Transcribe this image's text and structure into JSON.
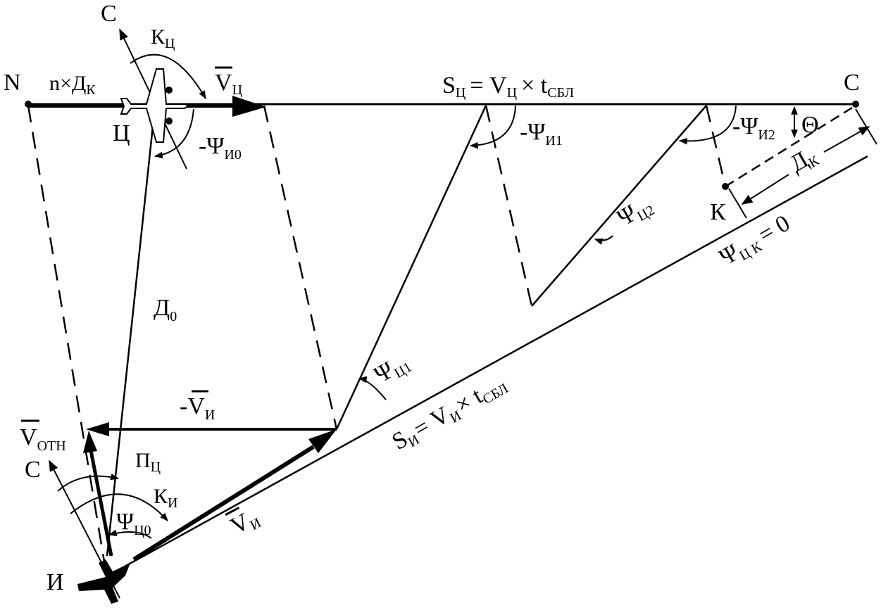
{
  "colors": {
    "ink": "#000000",
    "background": "#ffffff"
  },
  "labels": {
    "north_top": "С",
    "k_ts": "К",
    "k_ts_sub": "Ц",
    "v_ts": "V",
    "v_ts_sub": "Ц",
    "n_point": "N",
    "n_dk": "n×Д",
    "n_dk_sub": "К",
    "ts": "Ц",
    "psi_i0": "-Ψ",
    "psi_i0_sub": "И0",
    "s_ts_formula": "S",
    "s_ts_sub": "Ц",
    "s_ts_eq": "= V",
    "s_ts_eq_sub": "Ц",
    "s_ts_times": "× t",
    "s_ts_t_sub": "СБЛ",
    "c_point": "С",
    "psi_i1": "-Ψ",
    "psi_i1_sub": "И1",
    "psi_i2": "-Ψ",
    "psi_i2_sub": "И2",
    "theta": "Θ",
    "d_k": "Д",
    "d_k_sub": "К",
    "psi_ts2": "Ψ",
    "psi_ts2_sub": "Ц2",
    "k_point": "К",
    "psi_tsk": "Ψ",
    "psi_tsk_sub": "Ц К",
    "psi_tsk_val": "= 0",
    "d0": "Д",
    "d0_sub": "0",
    "psi_ts1": "Ψ",
    "psi_ts1_sub": "Ц1",
    "minus_v_i": "-V",
    "minus_v_i_sub": "И",
    "s_i": "S",
    "s_i_sub": "И",
    "s_i_eq": "= V",
    "s_i_eq_sub": "И",
    "s_i_times": "× t",
    "s_i_t_sub": "СБЛ",
    "v_otn": "V",
    "v_otn_sub": "ОТН",
    "north_bottom": "С",
    "p_ts": "П",
    "p_ts_sub": "Ц",
    "k_i": "К",
    "k_i_sub": "И",
    "psi_ts0": "Ψ",
    "psi_ts0_sub": "Ц0",
    "v_i": "V",
    "v_i_sub": "И",
    "i_point": "И"
  }
}
